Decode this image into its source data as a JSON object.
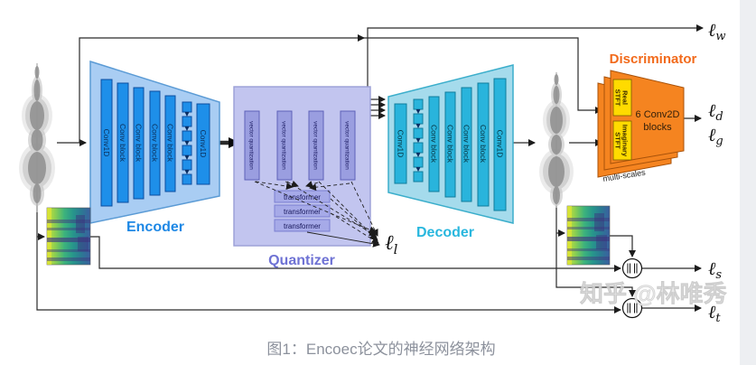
{
  "caption": {
    "text": "图1：Encoec论文的神经网络架构"
  },
  "watermark": {
    "text": "知乎 @林唯秀"
  },
  "diagram": {
    "encoder": {
      "title": "Encoder",
      "bars": [
        "Conv1D",
        "Conv block",
        "Conv block",
        "Conv block",
        "Conv block",
        "Conv1D"
      ]
    },
    "quantizer": {
      "title": "Quantizer",
      "vq_bars": [
        "vector quantization",
        "vector quantization",
        "vector quantization",
        "vector quantization"
      ],
      "transformers": [
        "transformer",
        "transformer",
        "transformer"
      ]
    },
    "decoder": {
      "title": "Decoder",
      "bars": [
        "Conv1D",
        "Conv block",
        "Conv block",
        "Conv block",
        "Conv block",
        "Conv1D"
      ]
    },
    "discriminator": {
      "title": "Discriminator",
      "inputs": [
        {
          "line1": "Real",
          "line2": "STFT"
        },
        {
          "line1": "Imaginary",
          "line2": "STFT"
        }
      ],
      "body_line1": "6 Conv2D",
      "body_line2": "blocks",
      "footnote": "multi-scales"
    },
    "losses": {
      "w": {
        "symbol": "ℓ",
        "sub": "w"
      },
      "d": {
        "symbol": "ℓ",
        "sub": "d"
      },
      "g": {
        "symbol": "ℓ",
        "sub": "g"
      },
      "l": {
        "symbol": "ℓ",
        "sub": "l"
      },
      "s": {
        "symbol": "ℓ",
        "sub": "s"
      },
      "t": {
        "symbol": "ℓ",
        "sub": "t"
      }
    },
    "colors": {
      "encoder_fill": "#A9CDF3",
      "encoder_bar": "#1E8FE9",
      "encoder_label": "#1E88E5",
      "quantizer_fill": "#C2C5EF",
      "quantizer_bar": "#9A9EE0",
      "quantizer_label": "#6E72D4",
      "decoder_fill": "#A5DBEC",
      "decoder_bar": "#29B4DC",
      "decoder_label": "#29B7DE",
      "discriminator_fill": "#F58420",
      "discriminator_label": "#F26A1B",
      "stft_fill": "#FFDB00",
      "caption_text": "#8C919C"
    }
  }
}
